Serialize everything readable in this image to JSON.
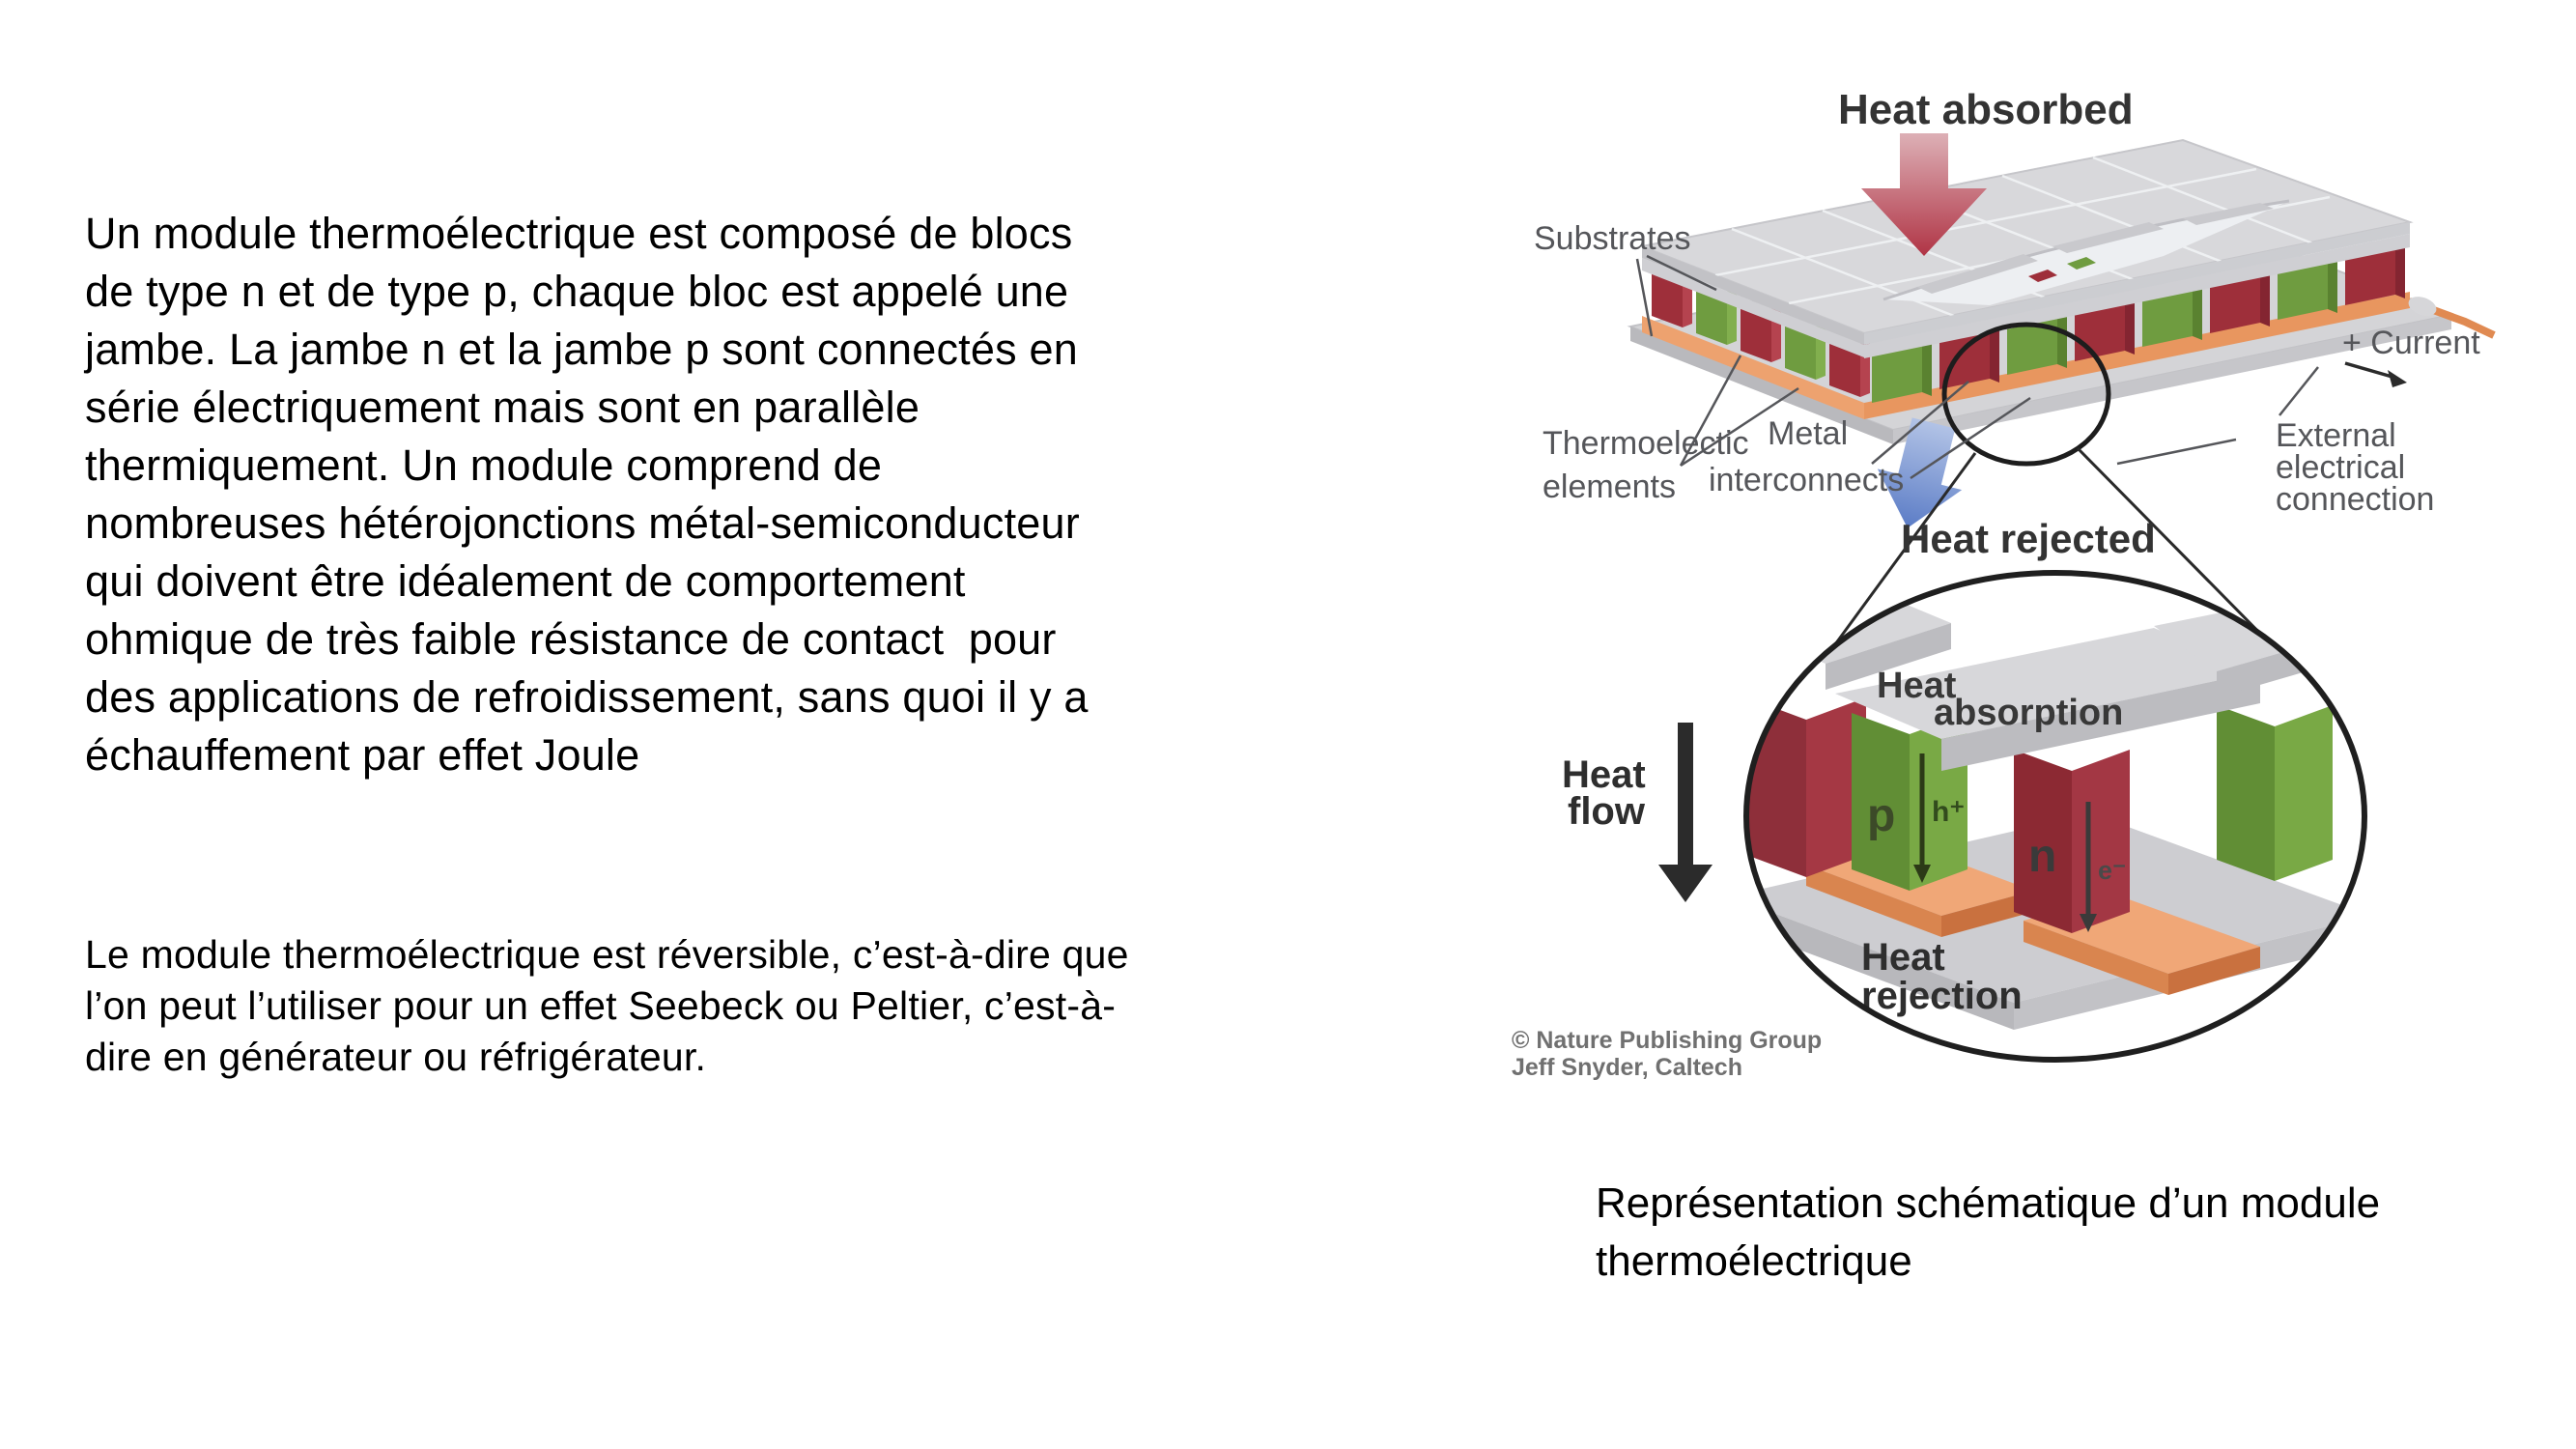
{
  "slide": {
    "paragraph1": {
      "lines": [
        "Un module thermoélectrique est composé de blocs",
        "de type n et de type p, chaque bloc est appelé une",
        "jambe. La jambe n et la jambe p sont connectés en",
        "série électriquement mais sont en parallèle",
        "thermiquement. Un module comprend de",
        "nombreuses hétérojonctions métal-semiconducteur",
        "qui doivent être idéalement de comportement",
        "ohmique de très faible résistance de contact  pour",
        "des applications de refroidissement, sans quoi il y a",
        "échauffement par effet Joule"
      ]
    },
    "paragraph2": {
      "lines": [
        "Le module thermoélectrique est réversible, c’est-à-dire que",
        "l’on peut l’utiliser pour un effet Seebeck ou Peltier, c’est-à-",
        "dire en générateur ou réfrigérateur."
      ]
    },
    "caption": {
      "lines": [
        "Représentation schématique d’un module",
        "thermoélectrique"
      ]
    }
  },
  "diagram": {
    "labels": {
      "heat_absorbed": "Heat absorbed",
      "substrates": "Substrates",
      "thermo_elements_1": "Thermoelectic",
      "thermo_elements_2": "elements",
      "metal_interconnects_1": "Metal",
      "metal_interconnects_2": "interconnects",
      "current": "+ Current",
      "external_1": "External",
      "external_2": "electrical",
      "external_3": "connection",
      "heat_rejected": "Heat rejected",
      "heat_flow_1": "Heat",
      "heat_flow_2": "flow",
      "heat_absorption_1": "Heat",
      "heat_absorption_2": "absorption",
      "heat_rejection_1": "Heat",
      "heat_rejection_2": "rejection",
      "p_type": "p",
      "n_type": "n",
      "hole_carrier": "h⁺",
      "electron_carrier": "e⁻",
      "credit_1": "© Nature Publishing Group",
      "credit_2": "Jeff Snyder, Caltech"
    },
    "colors": {
      "p_leg_green": "#6f9c40",
      "n_leg_red": "#9e2f3a",
      "interconnect_orange": "#eda26f",
      "substrate_gray": "#d8d8db",
      "heat_in_arrow_red": "#b03445",
      "heat_out_arrow_blue": "#5b7cc6",
      "label_gray": "#55565a",
      "bold_label_gray": "#333333"
    }
  }
}
